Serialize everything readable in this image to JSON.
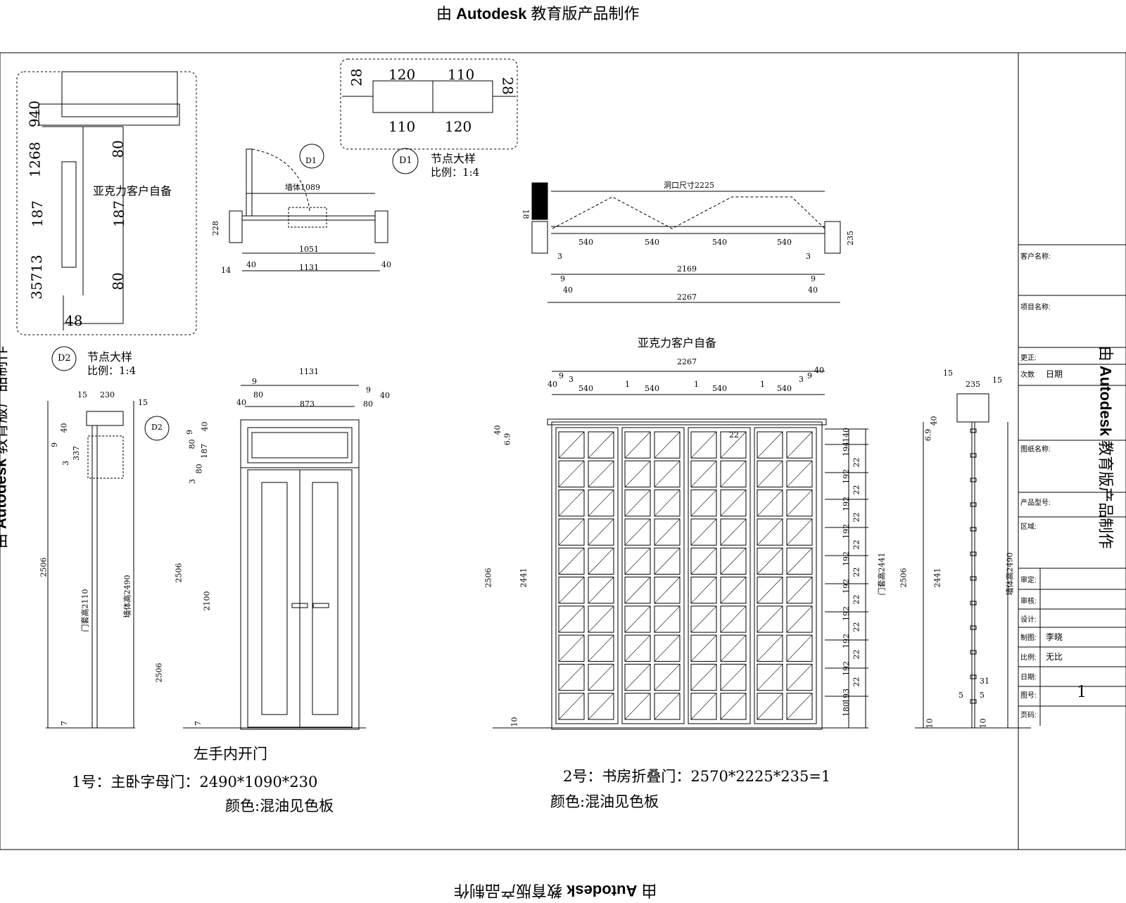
{
  "watermark": {
    "prefix": "由",
    "brand": "Autodesk",
    "suffix": "教育版产品制作"
  },
  "detail_d1": {
    "tag": "D1",
    "title": "节点大样",
    "scale": "比例：1:4",
    "dims": [
      "28",
      "120",
      "110",
      "28",
      "110",
      "120"
    ]
  },
  "detail_d2": {
    "tag": "D2",
    "title": "节点大样",
    "scale": "比例：1:4",
    "dims": [
      "940",
      "1268",
      "187",
      "35713",
      "80",
      "187",
      "80",
      "48"
    ],
    "label": "亚克力客户自备"
  },
  "plan1": {
    "dims": [
      "墙体1089",
      "228",
      "1051",
      "1131",
      "40",
      "40",
      "14"
    ]
  },
  "plan2": {
    "dims": [
      "洞口尺寸2225",
      "18",
      "235",
      "540",
      "540",
      "540",
      "540",
      "3",
      "3",
      "2169",
      "9",
      "40",
      "9",
      "40",
      "2267"
    ]
  },
  "door1": {
    "top_dims": [
      "1131",
      "9",
      "80",
      "873",
      "9",
      "80",
      "40",
      "40"
    ],
    "side_dims": [
      "15",
      "230",
      "15",
      "40",
      "9",
      "337",
      "3",
      "80",
      "9",
      "187",
      "80",
      "3",
      "40"
    ],
    "height_dims": [
      "2506",
      "门套高2110",
      "墙体高2490",
      "2506",
      "2100",
      "7",
      "7"
    ],
    "tag": "D2",
    "caption_side": "左手内开门",
    "caption_title": "1号：主卧字母门：2490*1090*230",
    "caption_color": "颜色:混油见色板"
  },
  "door2": {
    "label": "亚克力客户自备",
    "top_dims": [
      "2267",
      "40",
      "9",
      "3",
      "540",
      "1",
      "540",
      "1",
      "540",
      "1",
      "540",
      "3",
      "9",
      "40"
    ],
    "left_dims": [
      "40",
      "6.9",
      "2506",
      "2441",
      "10"
    ],
    "right_dims": [
      "140",
      "194",
      "22",
      "192",
      "22",
      "192",
      "22",
      "192",
      "22",
      "192",
      "22",
      "192",
      "22",
      "192",
      "22",
      "192",
      "22",
      "192",
      "22",
      "193",
      "180",
      "门套高2441",
      "22"
    ],
    "caption_title": "2号：书房折叠门：2570*2225*235=1",
    "caption_color": "颜色:混油见色板"
  },
  "side2": {
    "dims": [
      "15",
      "235",
      "15",
      "6.9",
      "40",
      "2506",
      "2441",
      "墙体高2490",
      "31",
      "5",
      "5",
      "10",
      "10"
    ]
  },
  "title_block": {
    "rows": [
      {
        "label": "客户名称:"
      },
      {
        "label": "项目名称:"
      },
      {
        "label": "更正:"
      },
      {
        "label": "次数",
        "value": "日期"
      },
      {
        "label": "图纸名称:"
      },
      {
        "label": "产品型号:"
      },
      {
        "label": "区域:"
      },
      {
        "label": "审定:"
      },
      {
        "label": "审核:"
      },
      {
        "label": "设计:"
      },
      {
        "label": "制图:",
        "value": "李晓"
      },
      {
        "label": "比例:",
        "value": "无比"
      },
      {
        "label": "日期:"
      },
      {
        "label": "图号:",
        "value": "1"
      },
      {
        "label": "页码:"
      }
    ]
  }
}
